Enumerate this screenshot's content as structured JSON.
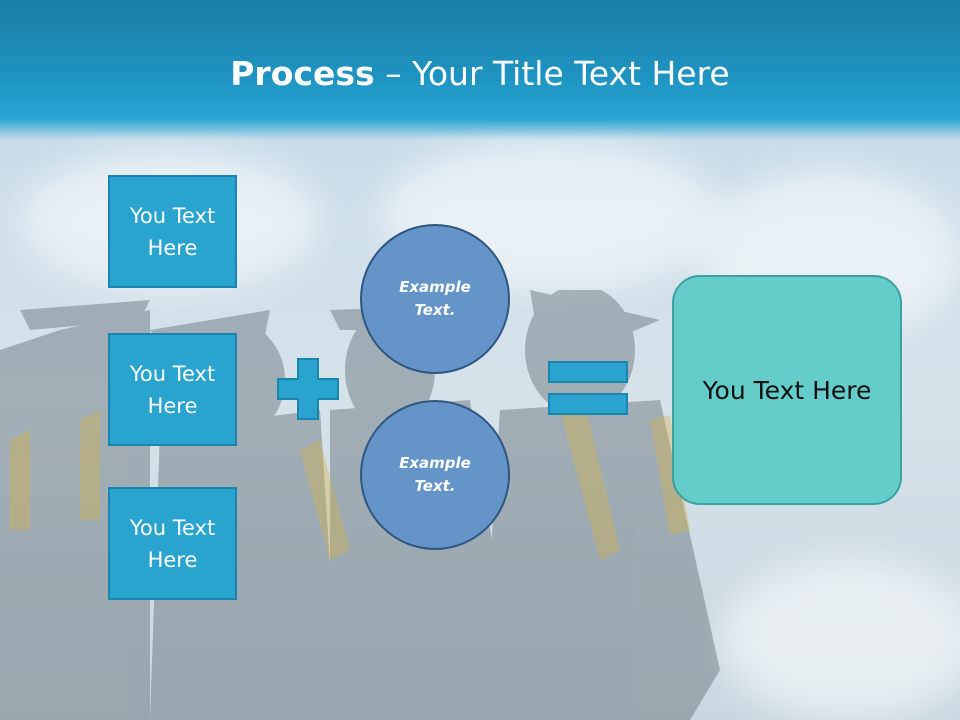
{
  "slide": {
    "title_bold": "Process",
    "title_rest": " – Your Title Text Here",
    "left_boxes": [
      {
        "text_l1": "You Text",
        "text_l2": "Here"
      },
      {
        "text_l1": "You Text",
        "text_l2": "Here"
      },
      {
        "text_l1": "You Text",
        "text_l2": "Here"
      }
    ],
    "circles": [
      {
        "text_l1": "Example",
        "text_l2": "Text."
      },
      {
        "text_l1": "Example",
        "text_l2": "Text."
      }
    ],
    "result_text": "You Text Here"
  },
  "colors": {
    "header": "#1e93c1",
    "box_fill": "#28a4cf",
    "circle_fill": "#6494c8",
    "result_fill": "#65cdc9"
  },
  "icons": [
    "plus-icon",
    "equals-icon"
  ]
}
